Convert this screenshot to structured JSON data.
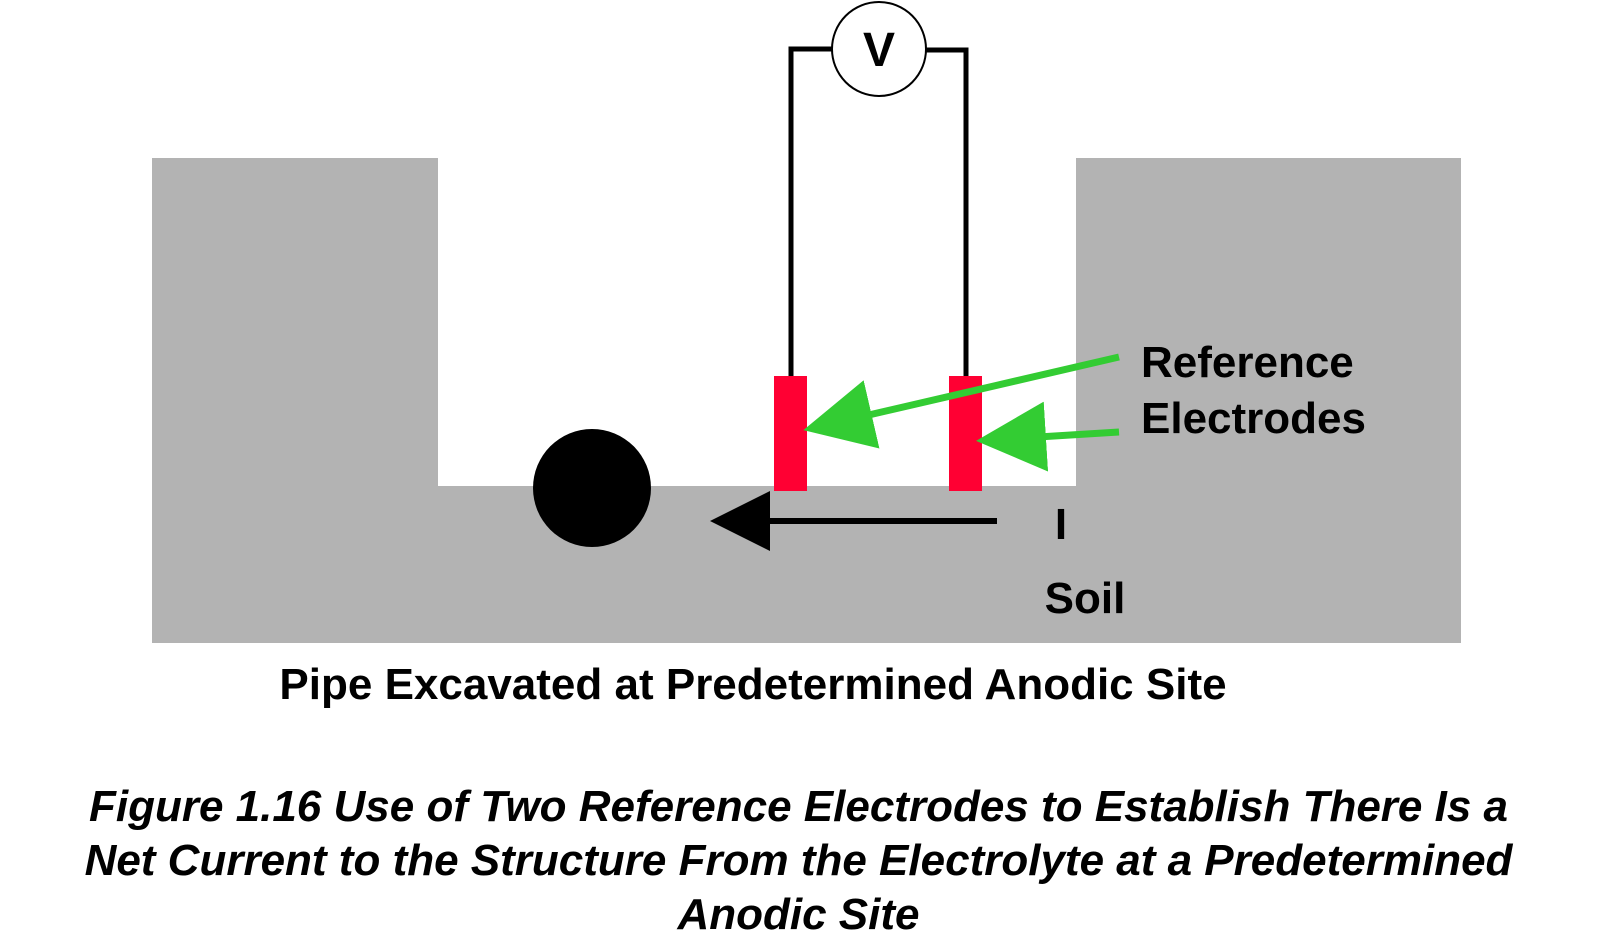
{
  "labels": {
    "voltmeter": "V",
    "reference_electrodes": [
      "Reference",
      "Electrodes"
    ],
    "current": "I",
    "soil": "Soil",
    "diagram_subtitle": "Pipe Excavated at Predetermined Anodic Site"
  },
  "caption": {
    "lines": [
      "Figure 1.16  Use of Two Reference Electrodes to Establish There Is a",
      "Net Current to the Structure From the Electrolyte at a Predetermined",
      "Anodic Site"
    ]
  },
  "colors": {
    "soil": "#b3b3b3",
    "electrode": "#ff0033",
    "pointer_arrow": "#33cc33",
    "wire": "#000000",
    "pipe": "#000000"
  }
}
